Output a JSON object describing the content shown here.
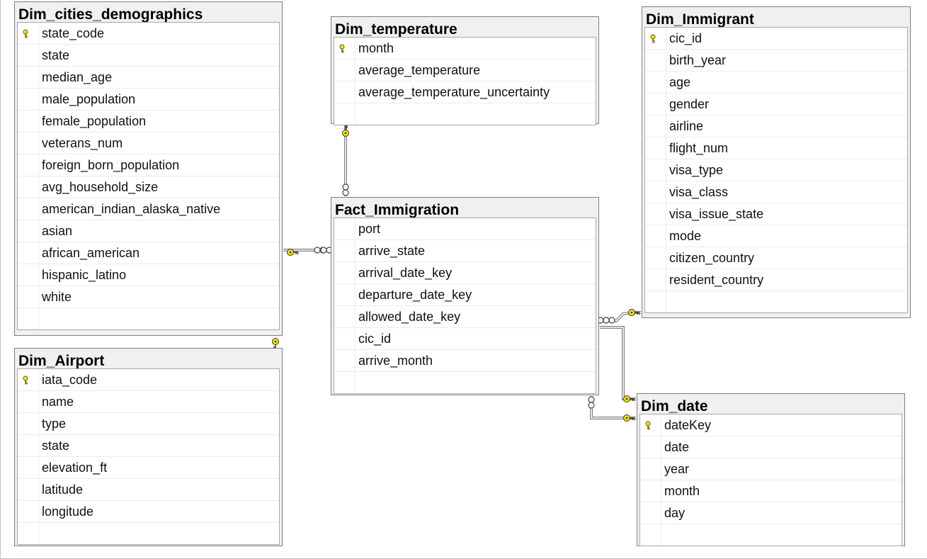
{
  "tables": {
    "demographics": {
      "title": "Dim_cities_demographics",
      "columns": [
        {
          "name": "state_code",
          "pk": true
        },
        {
          "name": "state",
          "pk": false
        },
        {
          "name": "median_age",
          "pk": false
        },
        {
          "name": "male_population",
          "pk": false
        },
        {
          "name": "female_population",
          "pk": false
        },
        {
          "name": "veterans_num",
          "pk": false
        },
        {
          "name": "foreign_born_population",
          "pk": false
        },
        {
          "name": "avg_household_size",
          "pk": false
        },
        {
          "name": "american_indian_alaska_native",
          "pk": false
        },
        {
          "name": "asian",
          "pk": false
        },
        {
          "name": "african_american",
          "pk": false
        },
        {
          "name": "hispanic_latino",
          "pk": false
        },
        {
          "name": "white",
          "pk": false
        }
      ]
    },
    "temperature": {
      "title": "Dim_temperature",
      "columns": [
        {
          "name": "month",
          "pk": true
        },
        {
          "name": "average_temperature",
          "pk": false
        },
        {
          "name": "average_temperature_uncertainty",
          "pk": false
        }
      ]
    },
    "immigrant": {
      "title": "Dim_Immigrant",
      "columns": [
        {
          "name": "cic_id",
          "pk": true
        },
        {
          "name": "birth_year",
          "pk": false
        },
        {
          "name": "age",
          "pk": false
        },
        {
          "name": "gender",
          "pk": false
        },
        {
          "name": "airline",
          "pk": false
        },
        {
          "name": "flight_num",
          "pk": false
        },
        {
          "name": "visa_type",
          "pk": false
        },
        {
          "name": "visa_class",
          "pk": false
        },
        {
          "name": "visa_issue_state",
          "pk": false
        },
        {
          "name": "mode",
          "pk": false
        },
        {
          "name": "citizen_country",
          "pk": false
        },
        {
          "name": "resident_country",
          "pk": false
        }
      ]
    },
    "fact": {
      "title": "Fact_Immigration",
      "columns": [
        {
          "name": "port",
          "pk": false
        },
        {
          "name": "arrive_state",
          "pk": false
        },
        {
          "name": "arrival_date_key",
          "pk": false
        },
        {
          "name": "departure_date_key",
          "pk": false
        },
        {
          "name": "allowed_date_key",
          "pk": false
        },
        {
          "name": "cic_id",
          "pk": false
        },
        {
          "name": "arrive_month",
          "pk": false
        }
      ]
    },
    "airport": {
      "title": "Dim_Airport",
      "columns": [
        {
          "name": "iata_code",
          "pk": true
        },
        {
          "name": "name",
          "pk": false
        },
        {
          "name": "type",
          "pk": false
        },
        {
          "name": "state",
          "pk": false
        },
        {
          "name": "elevation_ft",
          "pk": false
        },
        {
          "name": "latitude",
          "pk": false
        },
        {
          "name": "longitude",
          "pk": false
        }
      ]
    },
    "date": {
      "title": "Dim_date",
      "columns": [
        {
          "name": "dateKey",
          "pk": true
        },
        {
          "name": "date",
          "pk": false
        },
        {
          "name": "year",
          "pk": false
        },
        {
          "name": "month",
          "pk": false
        },
        {
          "name": "day",
          "pk": false
        }
      ]
    }
  },
  "relationships": [
    {
      "name": "demographics-to-fact",
      "one_side": "demographics",
      "many_side": "fact"
    },
    {
      "name": "temperature-to-fact",
      "one_side": "temperature",
      "many_side": "fact"
    },
    {
      "name": "immigrant-to-fact",
      "one_side": "immigrant",
      "many_side": "fact"
    },
    {
      "name": "date-to-fact-a",
      "one_side": "date",
      "many_side": "fact"
    },
    {
      "name": "date-to-fact-b",
      "one_side": "date",
      "many_side": "fact"
    },
    {
      "name": "airport-to-demographics",
      "one_side": "airport",
      "many_side": "demographics"
    }
  ],
  "colors": {
    "key_fill": "#f5e400",
    "key_stroke": "#6b6200",
    "connector": "#808080"
  },
  "icons": {
    "primary_key": "key-icon",
    "one_end": "key-icon",
    "many_end": "infinity-icon"
  }
}
